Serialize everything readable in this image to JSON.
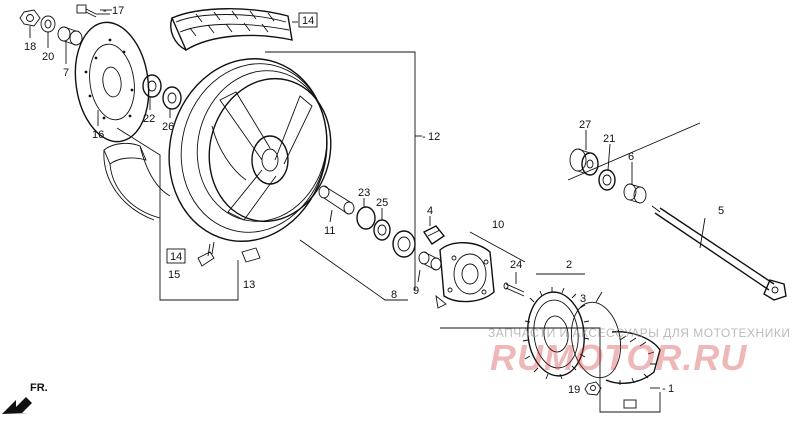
{
  "parts": {
    "p1": "1",
    "p2": "2",
    "p3": "3",
    "p4": "4",
    "p5": "5",
    "p6": "6",
    "p7": "7",
    "p8": "8",
    "p9": "9",
    "p10": "10",
    "p11": "11",
    "p12": "12",
    "p13": "13",
    "p14a": "14",
    "p14b": "14",
    "p15": "15",
    "p16": "16",
    "p17": "17",
    "p18": "18",
    "p19": "19",
    "p20": "20",
    "p21": "21",
    "p22": "22",
    "p23": "23",
    "p24": "24",
    "p25": "25",
    "p26": "26",
    "p27": "27"
  },
  "direction_label": "FR.",
  "watermark": {
    "line1": "ЗАПЧАСТИ И АКСЕССУАРЫ ДЛЯ МОТОТЕХНИКИ",
    "line2": "RUMOTOR.RU"
  }
}
